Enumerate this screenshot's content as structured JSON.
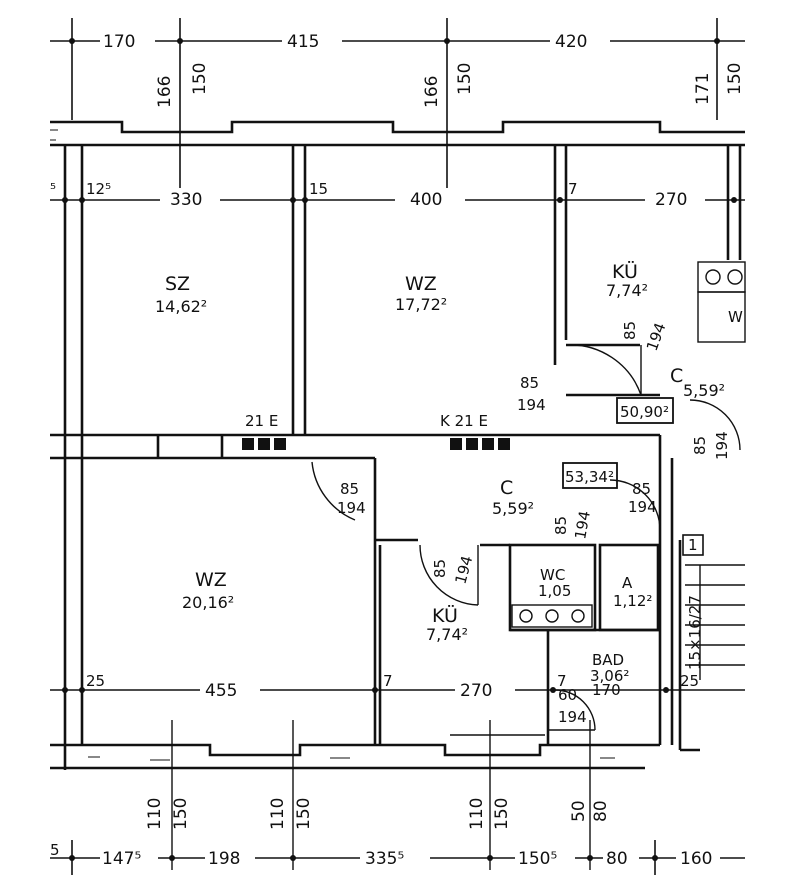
{
  "top_dims": {
    "d1": "170",
    "d2": "415",
    "d3": "420"
  },
  "top_openings": {
    "o1_a": "166",
    "o1_b": "150",
    "o2_a": "166",
    "o2_b": "150",
    "o3_a": "171",
    "o3_b": "150"
  },
  "upper_row_dims": {
    "left": "12⁵",
    "left_edge": "⁵",
    "sz": "330",
    "wall": "15",
    "wz": "400",
    "k_wall": "7",
    "k": "270"
  },
  "rooms": {
    "sz": {
      "name": "SZ",
      "area": "14,62²"
    },
    "wz_top": {
      "name": "WZ",
      "area": "17,72²"
    },
    "ku_top": {
      "name": "KÜ",
      "area": "7,74²"
    },
    "c_top": {
      "name": "C",
      "area": "5,59²"
    },
    "c_mid": {
      "name": "C",
      "area": "5,59²"
    },
    "wz_bottom": {
      "name": "WZ",
      "area": "20,16²"
    },
    "ku_bottom": {
      "name": "KÜ",
      "area": "7,74²"
    },
    "wc": {
      "name": "WC",
      "area": "1,05"
    },
    "a": {
      "name": "A",
      "area": "1,12²"
    },
    "bad": {
      "name": "BAD",
      "area": "3,06²"
    }
  },
  "doors": {
    "d_ku_top_a": "85",
    "d_ku_top_b": "194",
    "d_hall_a": "85",
    "d_hall_b": "194",
    "d_right_a": "85",
    "d_right_b": "194",
    "d_wz_a": "85",
    "d_wz_b": "194",
    "d_c_a": "85",
    "d_c_b": "194",
    "d_c2_a": "85",
    "d_c2_b": "194",
    "d_ku_bottom_a": "85",
    "d_ku_bottom_b": "194",
    "d_bad_a": "60",
    "d_bad_b": "170",
    "d_bad_c": "194"
  },
  "boxes": {
    "top": "50,90²",
    "bottom": "53,34²",
    "unit": "1"
  },
  "chimney_labels": {
    "left": "21 E",
    "right": "K 21 E"
  },
  "appliance": "W",
  "lower_row_dims": {
    "left": "25",
    "wz": "455",
    "wall": "7",
    "ku": "270",
    "bad_wall": "7",
    "right": "25"
  },
  "stair_label": "15×16/27",
  "bottom_openings": {
    "o1_a": "110",
    "o1_b": "150",
    "o2_a": "110",
    "o2_b": "150",
    "o3_a": "110",
    "o3_b": "150",
    "o4_a": "50",
    "o4_b": "80"
  },
  "bottom_dims": {
    "d0": "5",
    "d1": "147⁵",
    "d2": "198",
    "d3": "335⁵",
    "d4": "150⁵",
    "d5": "80",
    "d6": "160"
  }
}
